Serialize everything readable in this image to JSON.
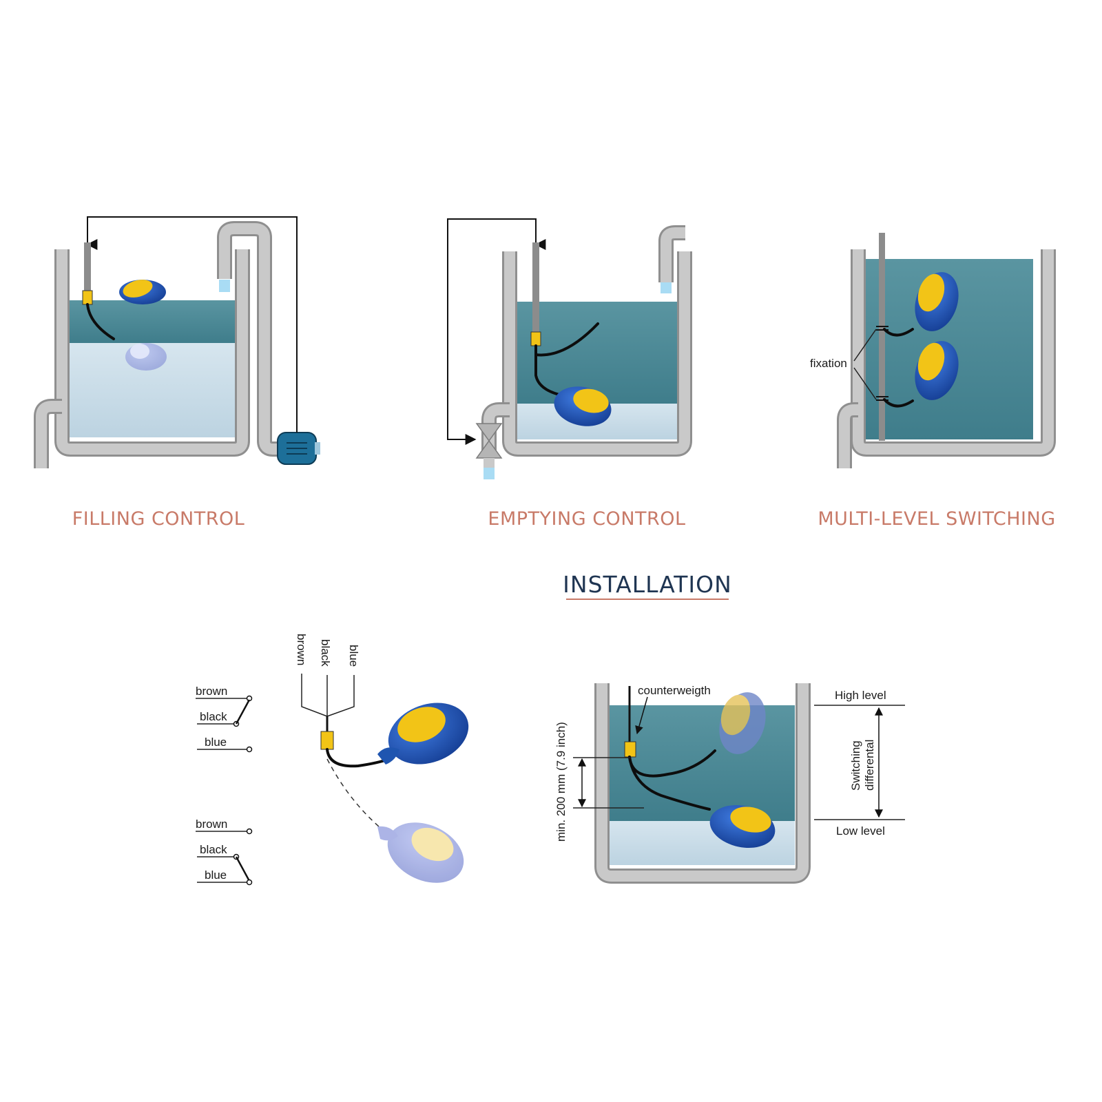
{
  "captions": {
    "filling": "FILLING CONTROL",
    "emptying": "EMPTYING CONTROL",
    "multilevel": "MULTI-LEVEL SWITCHING"
  },
  "heading": "INSTALLATION",
  "labels": {
    "fixation": "fixation",
    "counterweight": "counterweigth",
    "high_level": "High level",
    "low_level": "Low level",
    "switching_differential_1": "Switching",
    "switching_differential_2": "differental",
    "min_distance": "min. 200 mm (7.9 inch)"
  },
  "wiring": {
    "upper": [
      "brown",
      "black",
      "blue"
    ],
    "lower": [
      "brown",
      "black",
      "blue"
    ],
    "cable_wires": [
      "brown",
      "black",
      "blue"
    ]
  },
  "colors": {
    "caption": "#c87a68",
    "heading": "#1f3552",
    "water_dark": "#4f8a96",
    "water_light": "#cfe0ea",
    "float_blue": "#1f55b0",
    "float_yellow": "#f2c417",
    "tank_wall": "#9a9a9a",
    "pump": "#1d6f99"
  }
}
